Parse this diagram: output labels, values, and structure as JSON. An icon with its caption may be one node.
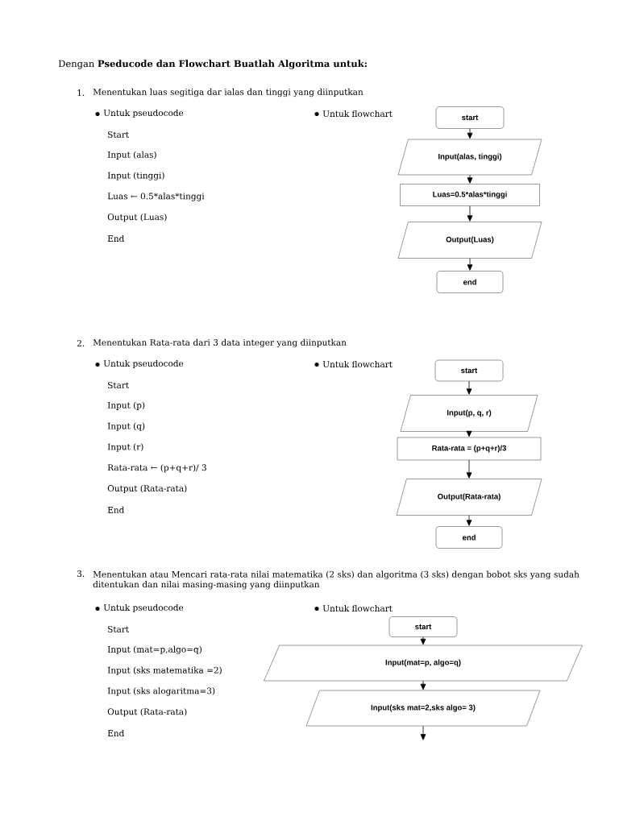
{
  "diagram": {
    "title": "Dengan **Pseducode dan Flowchart Buatlah Algoritma untuk:**",
    "nodes": [
      {
        "text": [
          "start"
        ]
      },
      {
        "text": [
          "Input(alas, tinggi)"
        ]
      },
      {
        "text": [
          "Luas=0.5*alas*tinggi"
        ]
      },
      {
        "text": [
          "Output(Luas)"
        ]
      },
      {
        "text": [
          "end"
        ]
      },
      {
        "text": [
          "start"
        ]
      },
      {
        "text": [
          "Input(p, q, r)"
        ]
      },
      {
        "text": [
          "Rata-rata = (p+q+r)/3"
        ]
      },
      {
        "text": [
          "Output(Rata-rata)"
        ]
      },
      {
        "text": [
          "end"
        ]
      },
      {
        "text": [
          "start"
        ]
      },
      {
        "text": [
          "Input(mat=p, algo=q)"
        ]
      },
      {
        "text": [
          "Input(sks mat=2,sks algo= 3)"
        ]
      }
    ],
    "edges": [
      {
        "from": 0,
        "to": 1,
        "arrow": "to"
      },
      {
        "from": 1,
        "to": 2,
        "arrow": "to"
      },
      {
        "from": 2,
        "to": 3,
        "arrow": "to"
      },
      {
        "from": 3,
        "to": 4,
        "arrow": "to"
      },
      {
        "from": 5,
        "to": 6,
        "arrow": "to"
      },
      {
        "from": 6,
        "to": 7,
        "arrow": "to"
      },
      {
        "from": 7,
        "to": 8,
        "arrow": "to"
      },
      {
        "from": 8,
        "to": 9,
        "arrow": "to"
      },
      {
        "from": 10,
        "to": 11,
        "arrow": "to"
      },
      {
        "from": 11,
        "to": 12,
        "arrow": "to"
      },
      {
        "from": 12,
        "to": null,
        "arrow": "to"
      }
    ],
    "labels": [
      "1.",
      "Menentukan luas segitiga dar ialas dan tinggi yang diinputkan",
      "Untuk pseudocode",
      "Untuk flowchart",
      "Start",
      "Input (alas)",
      "Input (tinggi)",
      "Luas ← 0.5*alas*tinggi",
      "Output (Luas)",
      "End",
      "2.",
      "Menentukan Rata-rata dari 3 data integer yang diinputkan",
      "Untuk pseudocode",
      "Untuk flowchart",
      "Start",
      "Input (p)",
      "Input (q)",
      "Input (r)",
      "Rata-rata ← (p+q+r)/ 3",
      "Output (Rata-rata)",
      "End",
      "3.",
      "Menentukan atau Mencari rata-rata nilai matematika (2 sks) dan algoritma (3 sks) dengan bobot sks yang sudah ditentukan dan nilai masing-masing yang diinputkan",
      "Untuk pseudocode",
      "Untuk flowchart",
      "Start",
      "Input (mat=p,algo=q)",
      "Input (sks matematika =2)",
      "Input (sks alogaritma=3)",
      "Output (Rata-rata)",
      "End"
    ]
  }
}
